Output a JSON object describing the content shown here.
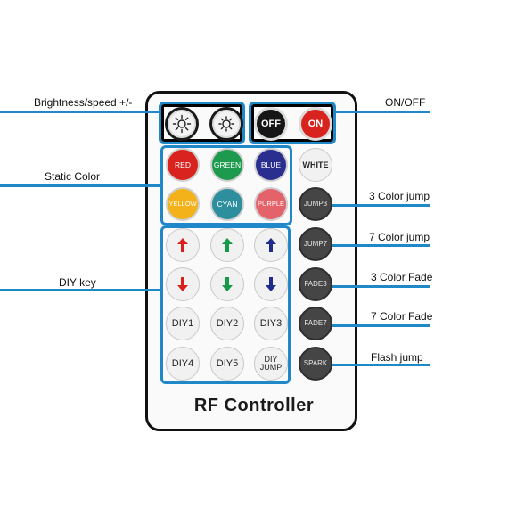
{
  "title": "RF Controller",
  "labels": {
    "brightness": "Brightness/speed +/-",
    "onoff": "ON/OFF",
    "static": "Static Color",
    "diy": "DIY key",
    "jump3": "3 Color jump",
    "jump7": "7 Color jump",
    "fade3": "3 Color Fade",
    "fade7": "7 Color Fade",
    "flash": "Flash jump"
  },
  "buttons": {
    "off": "OFF",
    "on": "ON",
    "red": "RED",
    "green": "GREEN",
    "blue": "BLUE",
    "white": "WHITE",
    "yellow": "YELLOW",
    "cyan": "CYAN",
    "purple": "PURPLE",
    "jump3": "JUMP3",
    "jump7": "JUMP7",
    "fade3": "FADE3",
    "fade7": "FADE7",
    "spark": "SPARK",
    "diy1": "DIY1",
    "diy2": "DIY2",
    "diy3": "DIY3",
    "diy4": "DIY4",
    "diy5": "DIY5",
    "diyjump_line1": "DIY",
    "diyjump_line2": "JUMP"
  },
  "colors": {
    "accent_line": "#1e88c9",
    "red": "#d9231f",
    "green": "#1d9a4e",
    "blue": "#2a2e8f",
    "yellow": "#f3b21a",
    "cyan": "#2d8f9e",
    "purple": "#e4636b",
    "arrow_red": "#d8201d",
    "arrow_green": "#169a48",
    "arrow_blue": "#1f2c8a"
  },
  "icons": [
    "brightness-up-icon",
    "brightness-down-icon",
    "arrow-up-icon",
    "arrow-down-icon"
  ]
}
